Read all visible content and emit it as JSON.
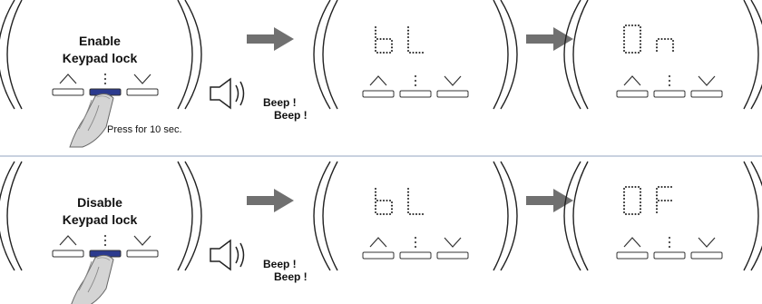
{
  "rows": [
    {
      "title_line1": "Enable",
      "title_line2": "Keypad lock",
      "press_note": "Press for 10 sec.",
      "beep_1": "Beep !",
      "beep_2": "Beep !",
      "display_1": "bL",
      "display_2": "On"
    },
    {
      "title_line1": "Disable",
      "title_line2": "Keypad lock",
      "press_note": "",
      "beep_1": "Beep !",
      "beep_2": "Beep !",
      "display_1": "bL",
      "display_2": "OF"
    }
  ],
  "colors": {
    "arrow": "#707070",
    "bracket": "#222222",
    "dots": "#222222",
    "pressed_key": "#2b3a8e",
    "divider": "#b7c3d6",
    "finger_fill": "#d4d4d4"
  },
  "icons": [
    "speaker-icon",
    "finger-press-icon",
    "arrow-right-icon",
    "up-chevron-icon",
    "down-chevron-icon",
    "menu-dots-icon"
  ]
}
